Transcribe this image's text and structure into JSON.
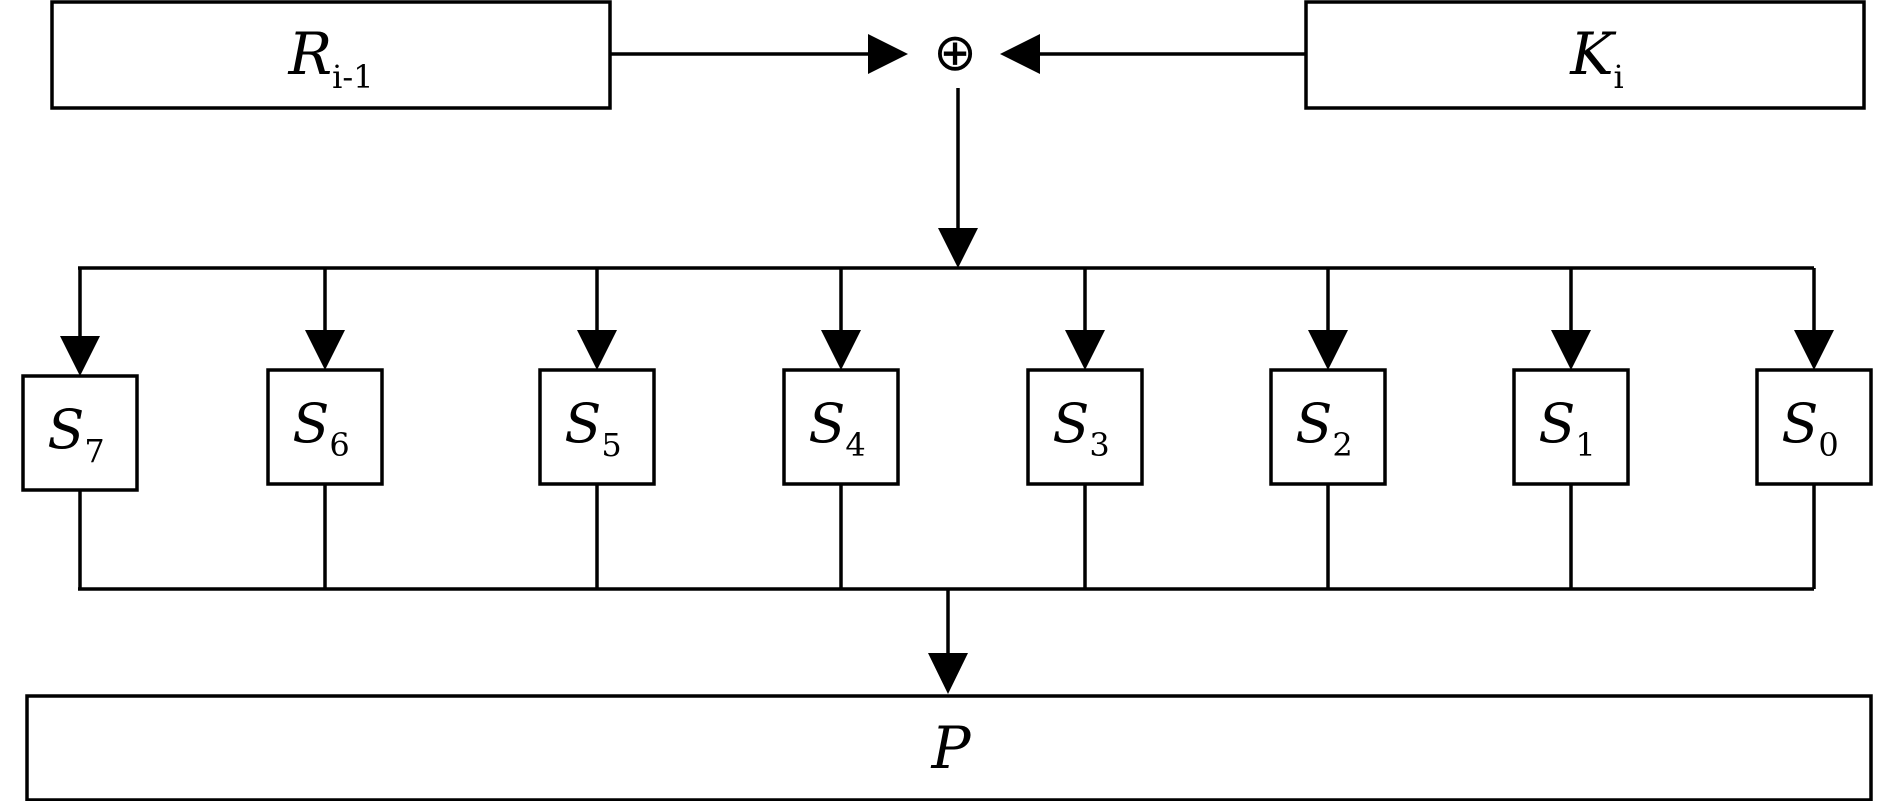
{
  "diagram": {
    "input_r": {
      "main": "R",
      "sub": "i-1"
    },
    "input_k": {
      "main": "K",
      "sub": "i"
    },
    "xor_symbol": "⊕",
    "sboxes": [
      {
        "main": "S",
        "sub": "7"
      },
      {
        "main": "S",
        "sub": "6"
      },
      {
        "main": "S",
        "sub": "5"
      },
      {
        "main": "S",
        "sub": "4"
      },
      {
        "main": "S",
        "sub": "3"
      },
      {
        "main": "S",
        "sub": "2"
      },
      {
        "main": "S",
        "sub": "1"
      },
      {
        "main": "S",
        "sub": "0"
      }
    ],
    "permutation": {
      "main": "P"
    }
  }
}
